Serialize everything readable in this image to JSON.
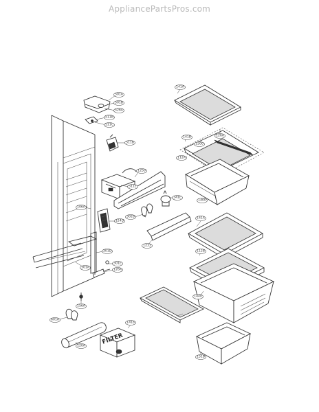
{
  "watermark": "AppliancePartsPros.com",
  "diagram": {
    "filter_label": "FILTER",
    "callouts": [
      {
        "id": "c1",
        "text": "501A"
      },
      {
        "id": "c2",
        "text": "501B"
      },
      {
        "id": "c3",
        "text": "526A"
      },
      {
        "id": "c4",
        "text": "511B"
      },
      {
        "id": "c5",
        "text": "511C"
      },
      {
        "id": "c6",
        "text": "511B"
      },
      {
        "id": "c7",
        "text": "1250"
      },
      {
        "id": "c8",
        "text": "511E"
      },
      {
        "id": "c9",
        "text": "341E"
      },
      {
        "id": "c10",
        "text": "302B"
      },
      {
        "id": "c11",
        "text": "124D"
      },
      {
        "id": "c12",
        "text": "1233"
      },
      {
        "id": "c13",
        "text": "106A"
      },
      {
        "id": "c14",
        "text": "301D"
      },
      {
        "id": "c15",
        "text": "301E"
      },
      {
        "id": "c16",
        "text": "126A"
      },
      {
        "id": "c17",
        "text": "301A"
      },
      {
        "id": "c18",
        "text": "156A"
      },
      {
        "id": "c19",
        "text": "601A"
      },
      {
        "id": "c20",
        "text": "120A"
      },
      {
        "id": "c21",
        "text": "1418"
      },
      {
        "id": "c22",
        "text": "141A"
      },
      {
        "id": "c23",
        "text": "141B"
      },
      {
        "id": "c24",
        "text": "1500"
      },
      {
        "id": "c25",
        "text": "126A"
      },
      {
        "id": "c26",
        "text": "112A"
      },
      {
        "id": "c27",
        "text": "1400"
      },
      {
        "id": "c28",
        "text": "141A"
      },
      {
        "id": "c29",
        "text": "112B"
      },
      {
        "id": "c30",
        "text": "1440"
      },
      {
        "id": "c31",
        "text": "151B"
      }
    ]
  }
}
